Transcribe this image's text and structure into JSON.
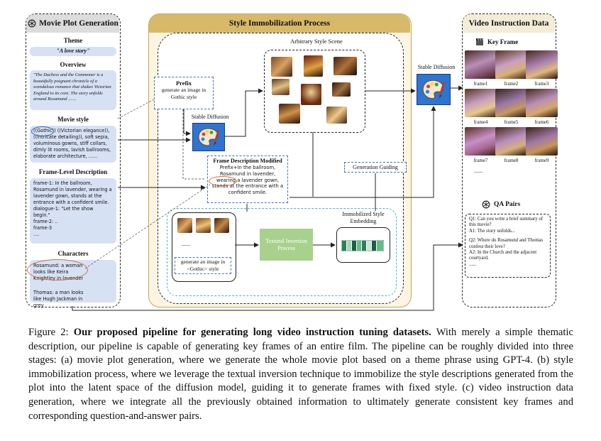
{
  "left_panel": {
    "title": "Movie Plot Generation",
    "theme_label": "Theme",
    "theme_value": "\"A love story\"",
    "overview_label": "Overview",
    "overview_text": "\"The Duchess and the Commoner is a beautifully poignant chronicle of a scandalous romance that shakes Victorian England to its core. The story unfolds around Rosamund .......",
    "movie_style_label": "Movie style",
    "movie_style_text": "((Gothic)) ((Victorian elegance)), ((intricate detailing)), soft sepia, voluminous gowns, stiff collars, dimly lit rooms, lavish ballrooms, elaborate architecture, ......",
    "frame_level_label": "Frame-Level Description",
    "frame_level_lines": [
      "frame-1: In the ballroom,",
      "Rosamund in lavender, wearing a",
      "lavender gown, stands at the",
      "entrance with a confident smile.",
      "dialogue-1: \"Let the show",
      "begin.\"",
      "frame-2: ..",
      "frame-3",
      "...."
    ],
    "characters_label": "Characters",
    "character_1": "Rosamund: a woman looks like Keira Knightley in lavender",
    "character_2": "Thomas: a man looks like Hugh Jackman in grey"
  },
  "middle_panel": {
    "title": "Style Immobilization Process",
    "arbitrary_label": "Arbitrary Style Scene",
    "prefix_title": "Prefix",
    "prefix_text": "generate an image in Gothic style",
    "stable_diffusion_label": "Stable Diffusion",
    "frame_desc_title": "Frame Description Modified",
    "frame_desc_text": "Prefix+In the ballroom, Rosamund in lavender, wearing a lavender gown, stands at the entrance with a confident smile.",
    "generation_guiding": "Generation Guiding",
    "textual_inversion": "Textural Inversion Process",
    "immobilized_label": "Immobilized Style Embedding",
    "small_prefix_text": "generate an image in <Gothic> style",
    "ellipsis": "......"
  },
  "stable_diffusion_right": "Stable Diffusion",
  "right_panel": {
    "title": "Video Instruction Data",
    "key_frame_label": "Key Frame",
    "frames": [
      "frame1",
      "frame2",
      "frame3",
      "frame4",
      "frame5",
      "frame6",
      "frame7",
      "frame8",
      "frame9"
    ],
    "ellipsis": "......",
    "qa_label": "QA Pairs",
    "qa_lines": [
      "Q1: Can you write a brief summary of this movie?",
      "A1: The story unfolds...",
      "Q2: Where do Rosamund and Thomas confess their love?",
      "A2: In the Church and the adjacent courtyard.",
      "......"
    ]
  },
  "caption": {
    "prefix": "Figure 2: ",
    "bold": "Our proposed pipeline for generating long video instruction tuning datasets.",
    "rest": " With merely a simple thematic description, our pipeline is capable of generating key frames of an entire film. The pipeline can be roughly divided into three stages: (a) movie plot generation, where we generate the whole movie plot based on a theme phrase using GPT-4. (b) style immobilization process, where we leverage the textual inversion technique to immobilize the style descriptions generated from the plot into the latent space of the diffusion model, guiding it to generate frames with fixed style. (c) video instruction data generation, where we integrate all the previously obtained information to ultimately generate consistent key frames and corresponding question-and-answer pairs."
  },
  "colors": {
    "left_header": "#dcdcdc",
    "middle_header": "#d8b96a",
    "middle_bg": "#fbf5e2",
    "right_header": "#f3ecd7",
    "blue_box": "#d7e1f4",
    "green_box": "#a9d18e",
    "teal_dash": "#4bb4c8"
  }
}
